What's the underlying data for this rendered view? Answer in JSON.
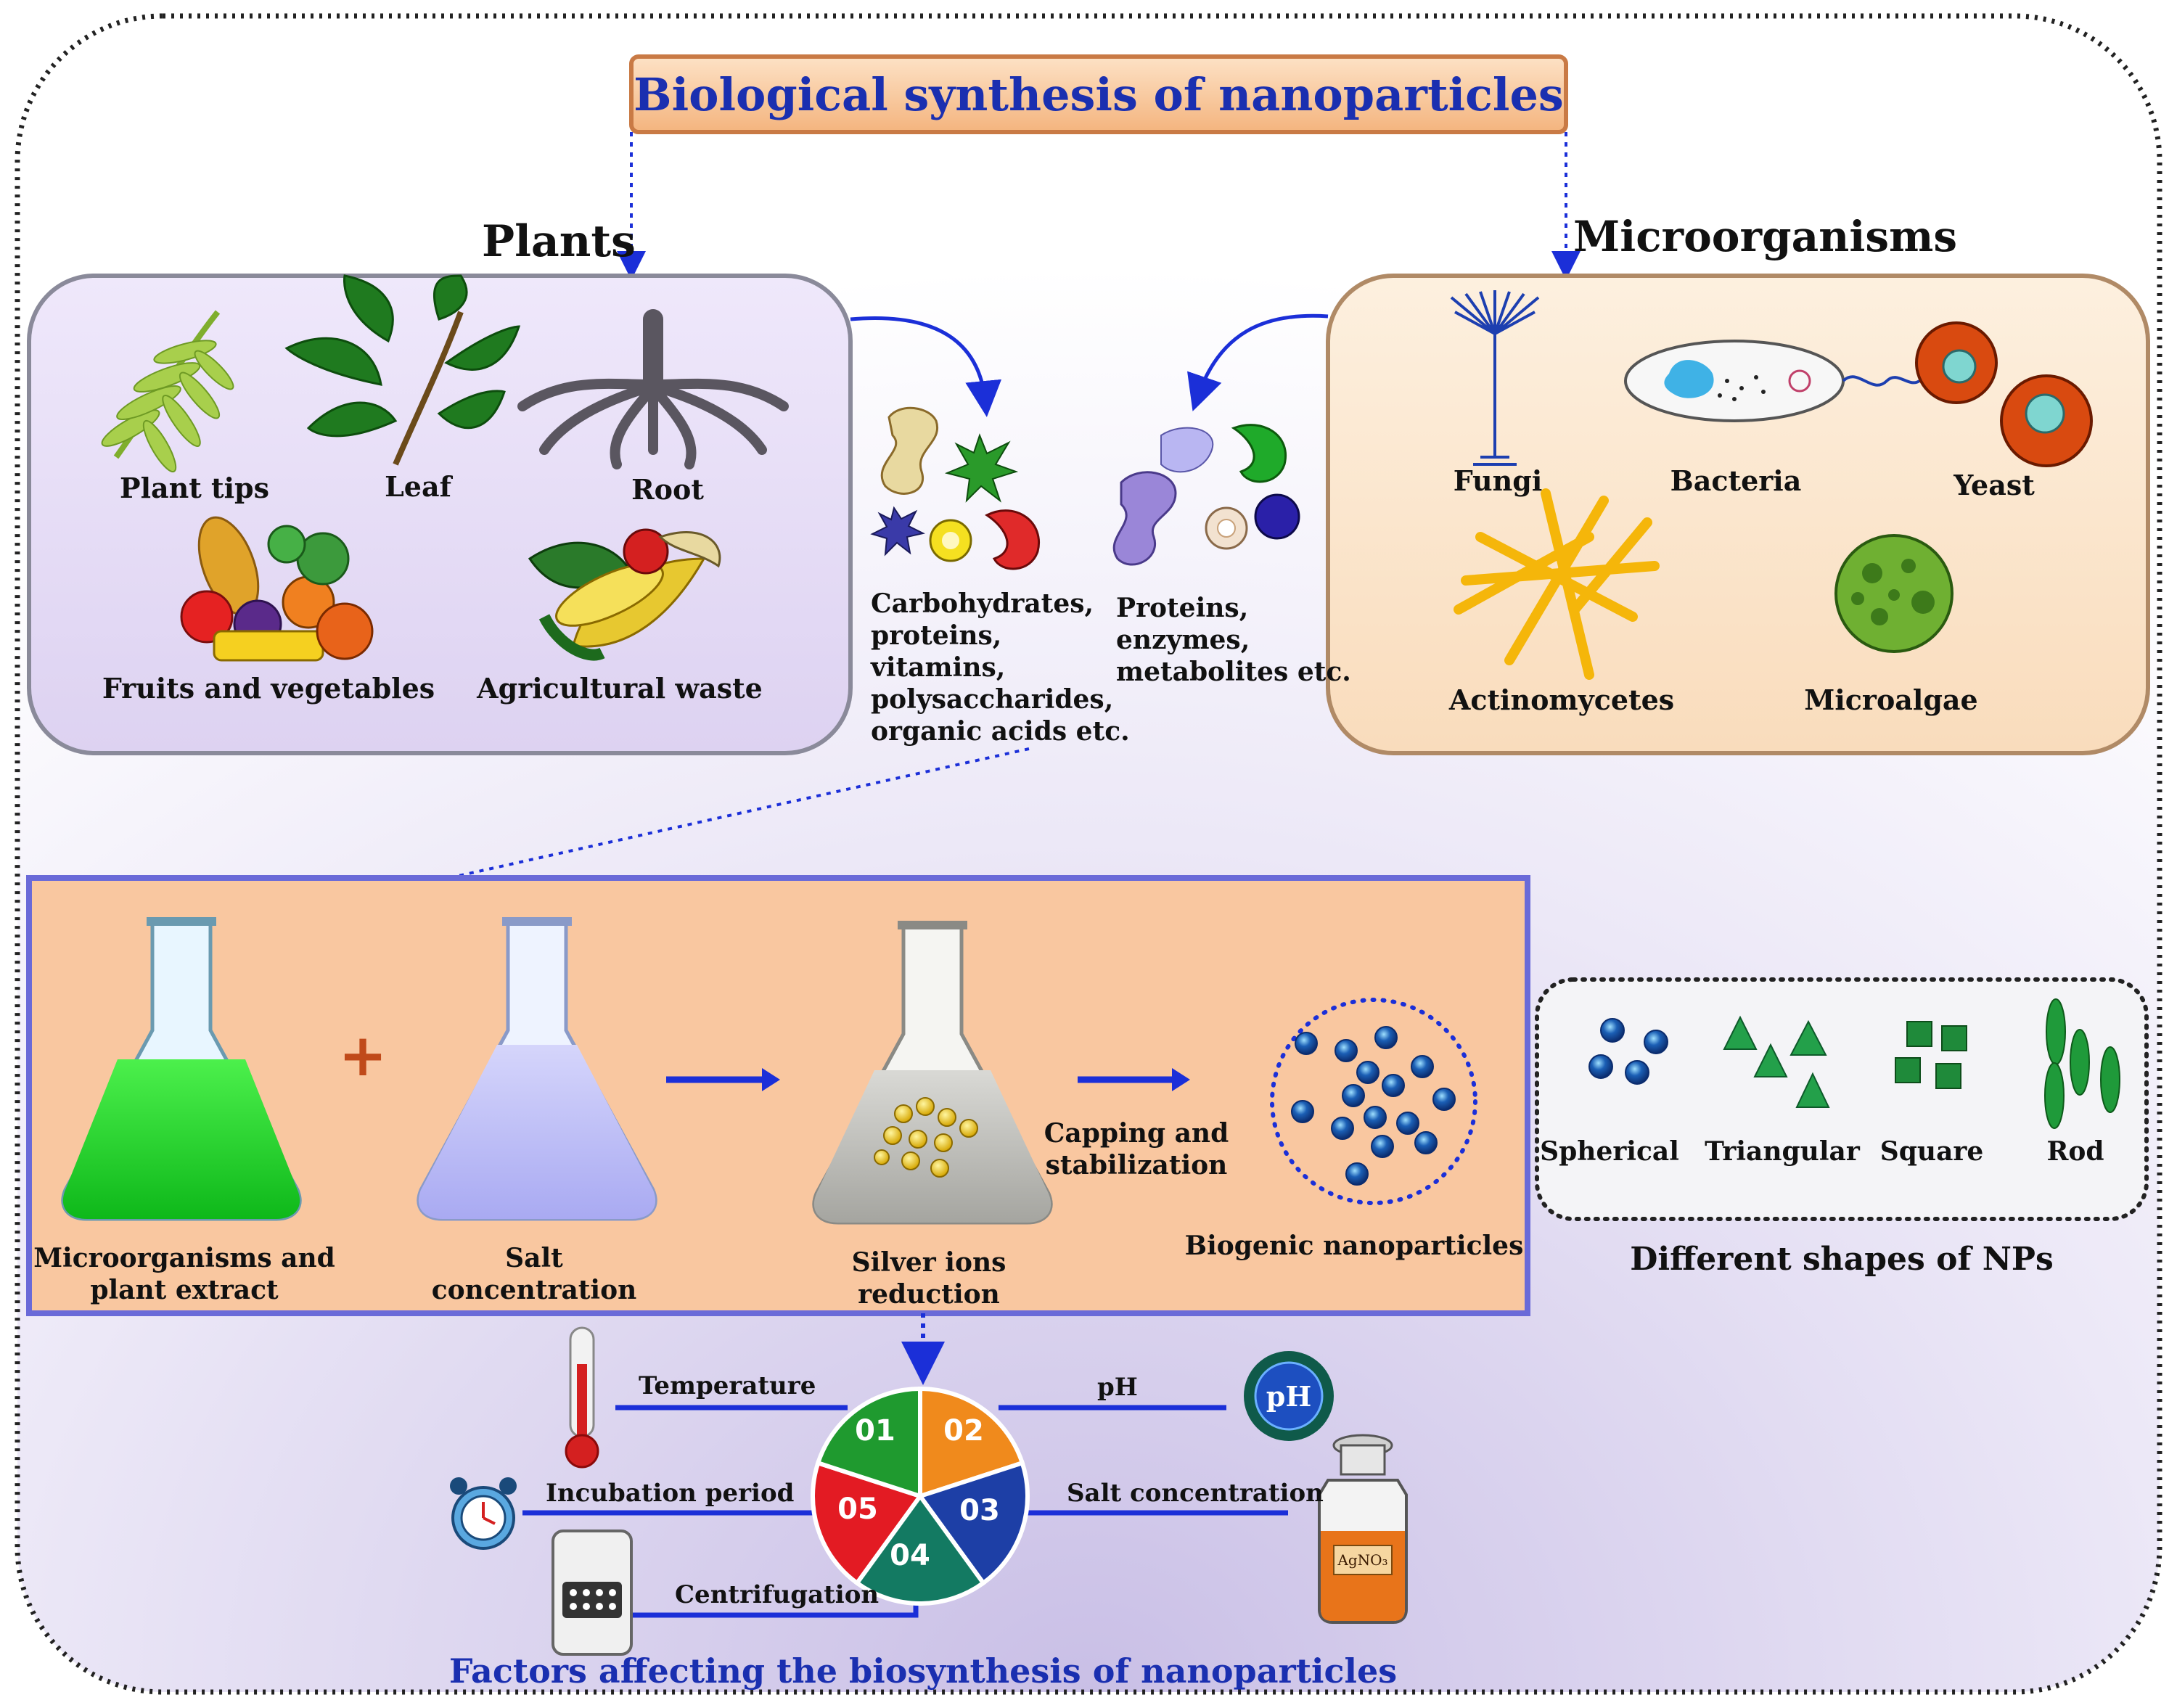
{
  "title": "Biological synthesis of nanoparticles",
  "plants": {
    "heading": "Plants",
    "sources": [
      "Plant tips",
      "Leaf",
      "Root",
      "Fruits and vegetables",
      "Agricultural waste"
    ],
    "compounds": "Carbohydrates,\nproteins,\nvitamins,\npolysaccharides,\norganic acids etc."
  },
  "microorganisms": {
    "heading": "Microorganisms",
    "sources": [
      "Fungi",
      "Bacteria",
      "Yeast",
      "Actinomycetes",
      "Microalgae"
    ],
    "compounds": "Proteins,\nenzymes,\nmetabolites etc."
  },
  "process": {
    "flask1": "Microorganisms and\nplant extract",
    "flask2": "Salt\nconcentration",
    "flask3": "Silver ions\nreduction",
    "plus": "+",
    "capping": "Capping and\nstabilization",
    "result": "Biogenic nanoparticles"
  },
  "shapes": {
    "items": [
      "Spherical",
      "Triangular",
      "Square",
      "Rod"
    ],
    "caption": "Different shapes of NPs"
  },
  "factors": {
    "title": "Factors affecting the biosynthesis of nanoparticles",
    "segments": [
      {
        "number": "01",
        "label": "Temperature",
        "color": "#f08a1c"
      },
      {
        "number": "02",
        "label": "pH",
        "color": "#1d3fa6"
      },
      {
        "number": "03",
        "label": "Salt concentration",
        "color": "#137a62"
      },
      {
        "number": "04",
        "label": "Centrifugation",
        "color": "#e31b23"
      },
      {
        "number": "05",
        "label": "Incubation period",
        "color": "#1f9a2f"
      }
    ],
    "ph_badge": "pH",
    "bottle_label": "AgNO₃"
  },
  "colors": {
    "plant_box": "#e6dcf5",
    "micro_box": "#fbe3c8",
    "process_box": "#f9c7a0",
    "title_fill": "#f9c59a",
    "arrow": "#1b2fd8"
  }
}
